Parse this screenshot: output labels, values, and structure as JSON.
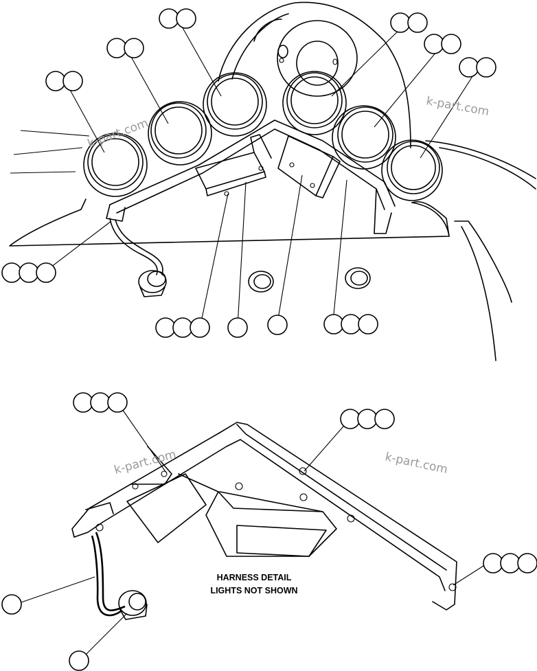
{
  "note": {
    "line1": "HARNESS DETAIL",
    "line2": "LIGHTS NOT SHOWN"
  },
  "watermarks": [
    "k-part.com",
    "k-part.com",
    "k-part.com",
    "k-part.com"
  ]
}
